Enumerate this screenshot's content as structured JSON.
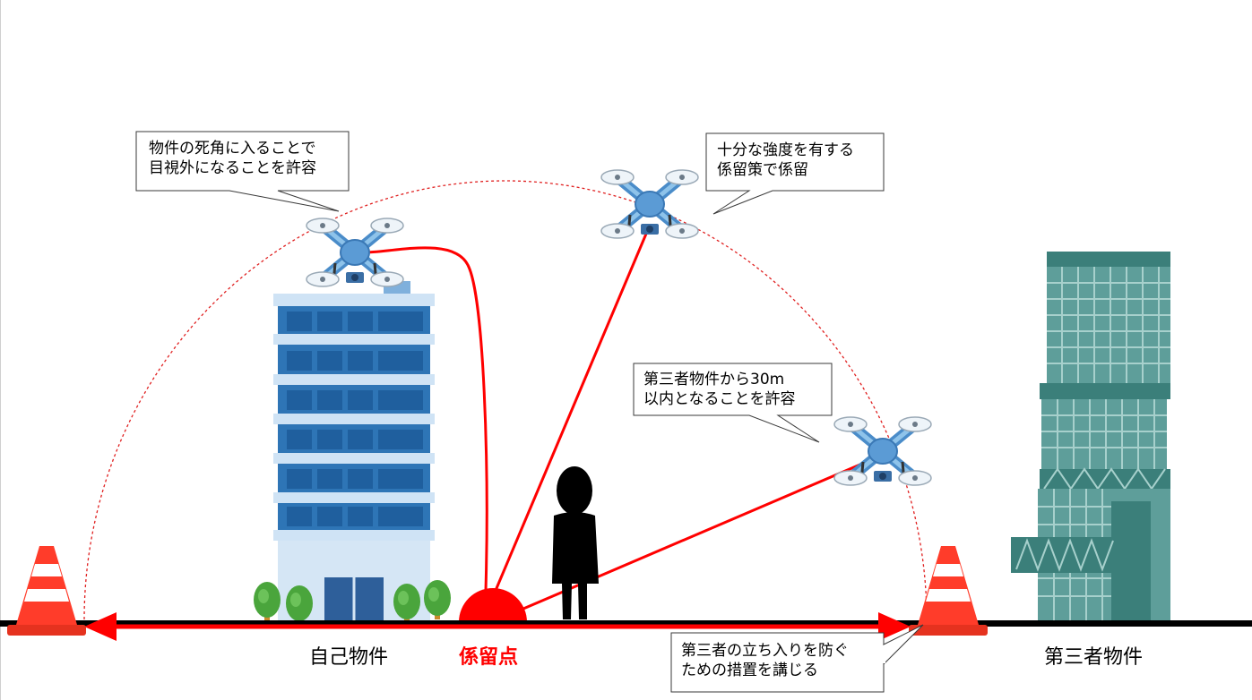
{
  "callouts": {
    "blind_spot": [
      "物件の死角に入ることで",
      "目視外になることを許容"
    ],
    "tether": [
      "十分な強度を有する",
      "係留策で係留"
    ],
    "third_party": [
      "第三者物件から30m",
      "以内となることを許容"
    ],
    "entry_prevention": [
      "第三者の立ち入りを防ぐ",
      "ための措置を講じる"
    ]
  },
  "labels": {
    "own_property": "自己物件",
    "tether_point": "係留点",
    "third_party_property": "第三者物件"
  },
  "colors": {
    "tether": "#ff0000",
    "drone_body": "#5b9bd5",
    "own_building": "#2e75b6",
    "third_party_building": "#5e9e9a",
    "cone": "#ff3c2a",
    "ground": "#000000"
  },
  "icons": [
    "drone-icon",
    "building-icon",
    "tree-icon",
    "person-icon",
    "traffic-cone-icon"
  ]
}
